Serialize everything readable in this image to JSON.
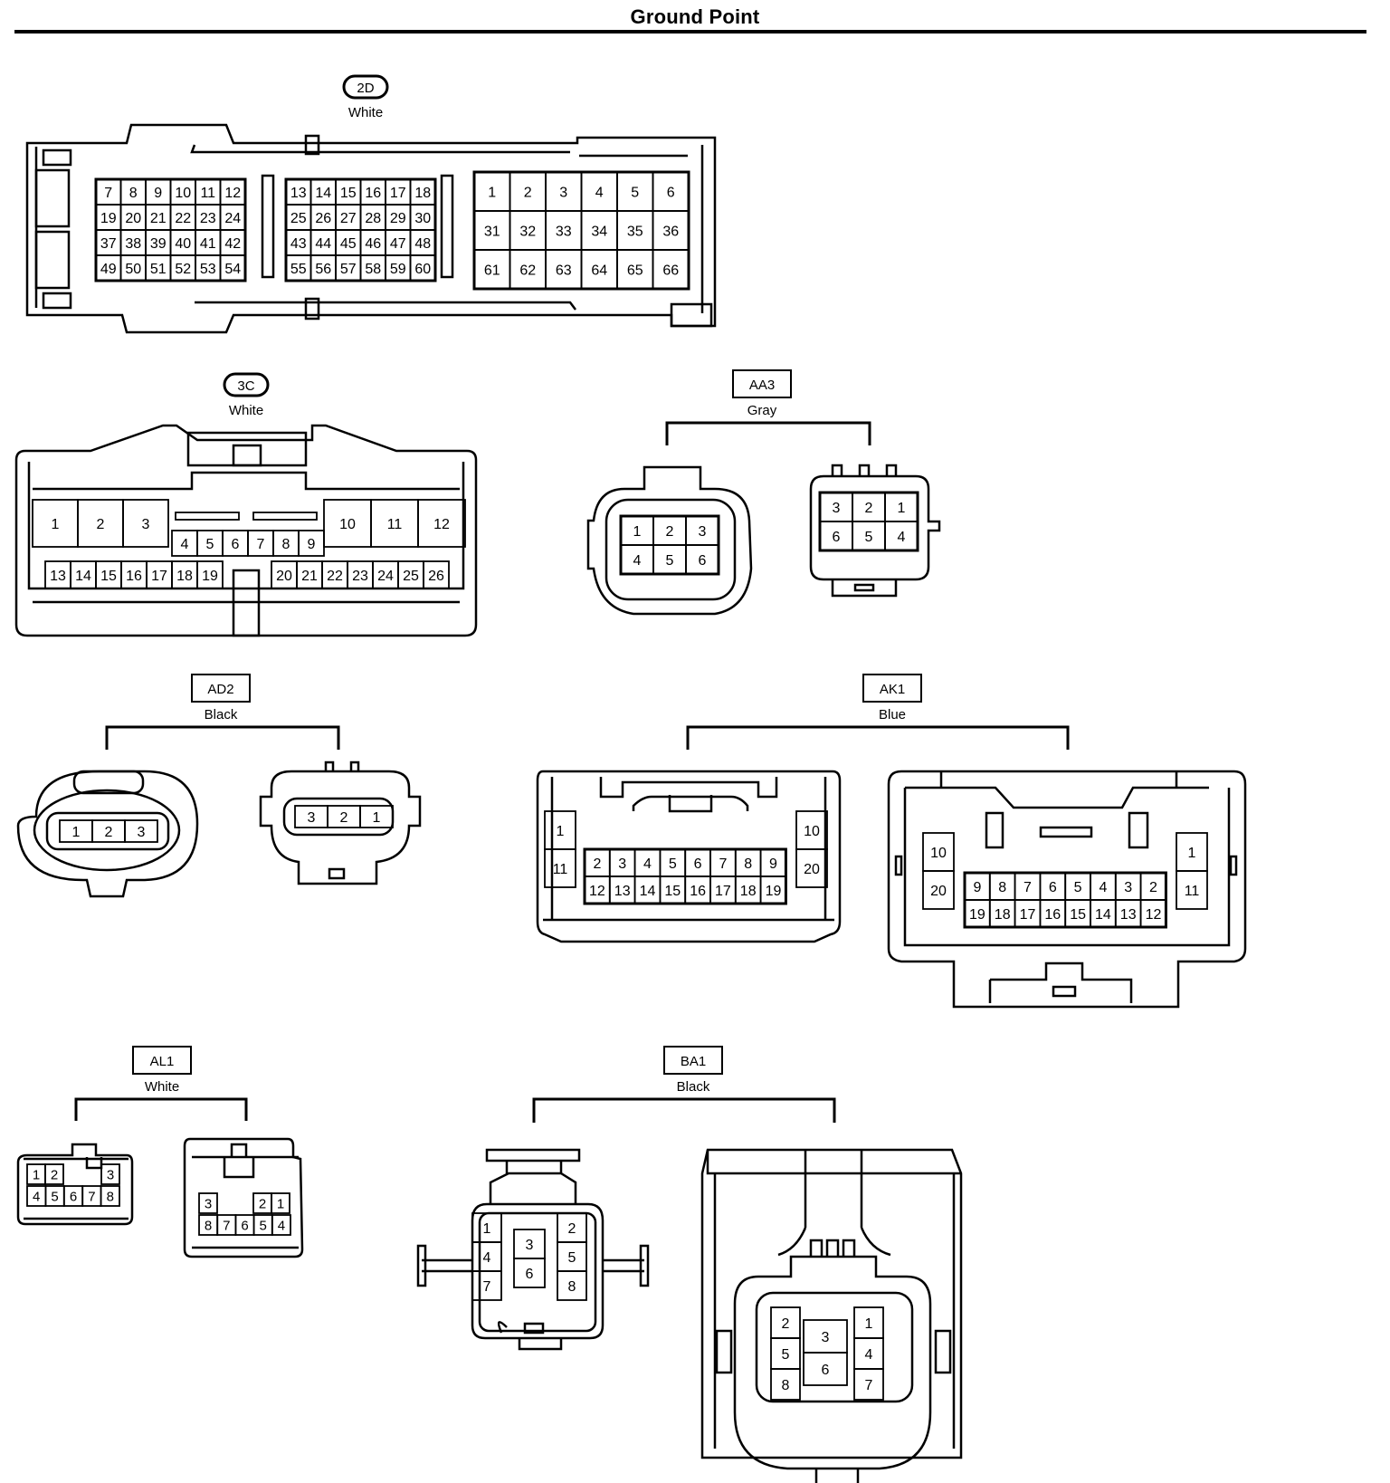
{
  "title": "Ground Point",
  "colors": {
    "line": "#000000",
    "background": "#ffffff"
  },
  "connectors": [
    {
      "code": "2D",
      "color": "White",
      "label_style": "rounded",
      "pins": {
        "blockA": [
          [
            "7",
            "8",
            "9",
            "10",
            "11",
            "12"
          ],
          [
            "19",
            "20",
            "21",
            "22",
            "23",
            "24"
          ],
          [
            "37",
            "38",
            "39",
            "40",
            "41",
            "42"
          ],
          [
            "49",
            "50",
            "51",
            "52",
            "53",
            "54"
          ]
        ],
        "blockB": [
          [
            "13",
            "14",
            "15",
            "16",
            "17",
            "18"
          ],
          [
            "25",
            "26",
            "27",
            "28",
            "29",
            "30"
          ],
          [
            "43",
            "44",
            "45",
            "46",
            "47",
            "48"
          ],
          [
            "55",
            "56",
            "57",
            "58",
            "59",
            "60"
          ]
        ],
        "blockC": [
          [
            "1",
            "2",
            "3",
            "4",
            "5",
            "6"
          ],
          [
            "31",
            "32",
            "33",
            "34",
            "35",
            "36"
          ],
          [
            "61",
            "62",
            "63",
            "64",
            "65",
            "66"
          ]
        ]
      }
    },
    {
      "code": "3C",
      "color": "White",
      "label_style": "rounded",
      "pins": {
        "top_left": [
          "1",
          "2",
          "3"
        ],
        "top_right": [
          "10",
          "11",
          "12"
        ],
        "middle": [
          "4",
          "5",
          "6",
          "7",
          "8",
          "9"
        ],
        "bottom_left": [
          "13",
          "14",
          "15",
          "16",
          "17",
          "18",
          "19"
        ],
        "bottom_right": [
          "20",
          "21",
          "22",
          "23",
          "24",
          "25",
          "26"
        ]
      }
    },
    {
      "code": "AA3",
      "color": "Gray",
      "label_style": "box",
      "views": [
        [
          [
            "1",
            "2",
            "3"
          ],
          [
            "4",
            "5",
            "6"
          ]
        ],
        [
          [
            "3",
            "2",
            "1"
          ],
          [
            "6",
            "5",
            "4"
          ]
        ]
      ]
    },
    {
      "code": "AD2",
      "color": "Black",
      "label_style": "box",
      "views": [
        [
          "1",
          "2",
          "3"
        ],
        [
          "3",
          "2",
          "1"
        ]
      ]
    },
    {
      "code": "AK1",
      "color": "Blue",
      "label_style": "box",
      "views": [
        {
          "left": [
            "1",
            "11"
          ],
          "right": [
            "10",
            "20"
          ],
          "rows": [
            [
              "2",
              "3",
              "4",
              "5",
              "6",
              "7",
              "8",
              "9"
            ],
            [
              "12",
              "13",
              "14",
              "15",
              "16",
              "17",
              "18",
              "19"
            ]
          ]
        },
        {
          "left": [
            "10",
            "20"
          ],
          "right": [
            "1",
            "11"
          ],
          "rows": [
            [
              "9",
              "8",
              "7",
              "6",
              "5",
              "4",
              "3",
              "2"
            ],
            [
              "19",
              "18",
              "17",
              "16",
              "15",
              "14",
              "13",
              "12"
            ]
          ]
        }
      ]
    },
    {
      "code": "AL1",
      "color": "White",
      "label_style": "box",
      "views": [
        {
          "top": [
            "1",
            "2",
            "3"
          ],
          "bottom": [
            "4",
            "5",
            "6",
            "7",
            "8"
          ]
        },
        {
          "top": [
            "3",
            "2",
            "1"
          ],
          "bottom": [
            "8",
            "7",
            "6",
            "5",
            "4"
          ]
        }
      ]
    },
    {
      "code": "BA1",
      "color": "Black",
      "label_style": "box",
      "views": [
        {
          "left": [
            "1",
            "4",
            "7"
          ],
          "center": [
            "3",
            "6"
          ],
          "right": [
            "2",
            "5",
            "8"
          ]
        },
        {
          "left": [
            "2",
            "5",
            "8"
          ],
          "center": [
            "3",
            "6"
          ],
          "right": [
            "1",
            "4",
            "7"
          ]
        }
      ]
    }
  ]
}
